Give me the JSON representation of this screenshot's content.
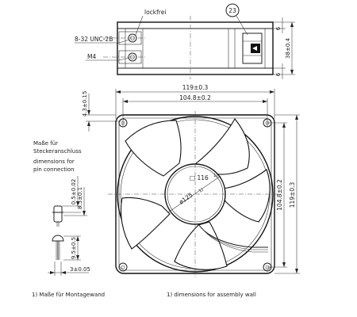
{
  "top_view": {
    "label_lockfrei": "lockfrei",
    "label_thread": "8-32  UNC-2B",
    "label_m4": "M4",
    "balloon_23": "23",
    "dim_6_top": "6",
    "dim_38": "38±0.4",
    "dim_6_bottom": "6"
  },
  "front_view": {
    "dim_119_top": "119±0.3",
    "dim_104_top": "104.8±0.2",
    "dim_4_3": "4.3±0.15",
    "dim_104_right": "104.8±0.2",
    "dim_119_right": "119±0.3",
    "label_square": "□ 116",
    "label_square_note": "1)",
    "label_diameter": "ø125",
    "label_diameter_note": "1)"
  },
  "connector": {
    "label_de_1": "Maße für",
    "label_de_2": "Steckeranschluss",
    "label_en_1": "dimensions for",
    "label_en_2": "pin connection",
    "dim_0_5": "0.5±0.02",
    "dim_8_5": "8.5±0.1",
    "dim_9_5": "9.5±0.5",
    "dim_3": "3±0.05"
  },
  "footnotes": {
    "de": "1) Maße für Montagewand",
    "en": "1) dimensions for assembly wall"
  }
}
